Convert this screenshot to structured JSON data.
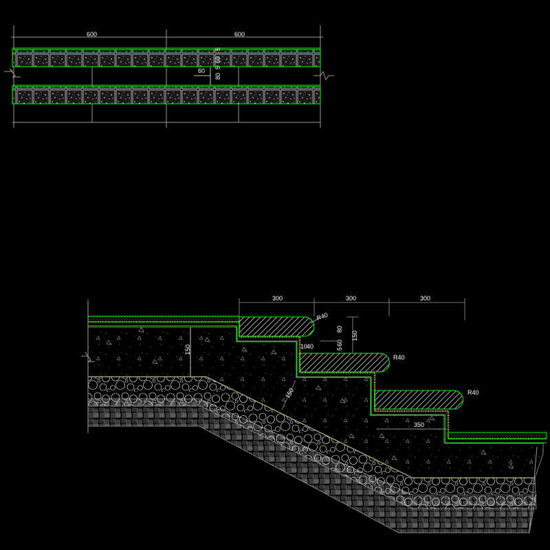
{
  "plan": {
    "dims": {
      "width_left": "600",
      "width_right": "600",
      "gap": "60",
      "d1": "5",
      "d2": "60",
      "d3": "5",
      "d4": "80"
    }
  },
  "section": {
    "dims": {
      "tread1": "300",
      "tread2": "300",
      "tread3": "300",
      "radius1": "R40",
      "radius2": "R40",
      "radius3": "R40",
      "riser": "150",
      "slab_top": "80",
      "layer_a": "5",
      "layer_b": "60",
      "layer_c": "10",
      "layer_d": "40",
      "base_thickness": "150",
      "slope_thickness": "150",
      "landing": "350"
    }
  },
  "colors": {
    "background": "#000000",
    "line_green": "#00ff00",
    "line_gray": "#9a9a9a",
    "line_white": "#ffffff",
    "fill_magenta": "#c060c0",
    "fill_yellow": "#e6e65a"
  }
}
